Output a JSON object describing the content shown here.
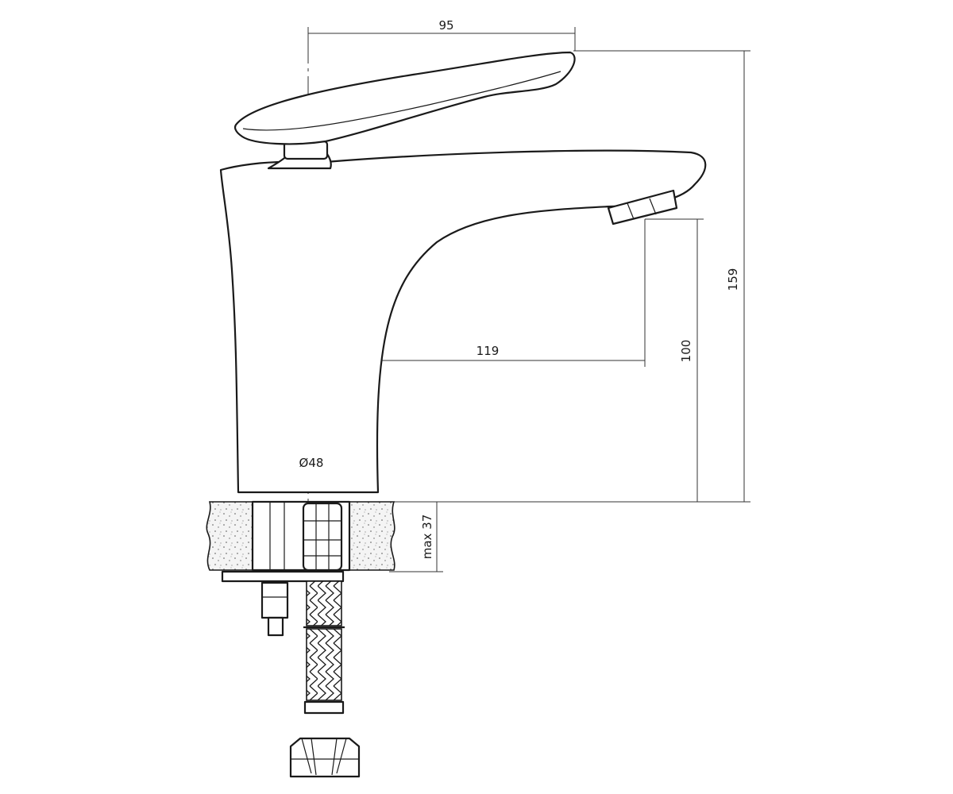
{
  "dimensions": {
    "handle_width": "95",
    "total_height": "159",
    "spout_reach": "119",
    "spout_height": "100",
    "base_diameter": "Ø48",
    "max_thickness": "max 37"
  },
  "colors": {
    "line": "#1a1a1a",
    "background": "#ffffff"
  }
}
